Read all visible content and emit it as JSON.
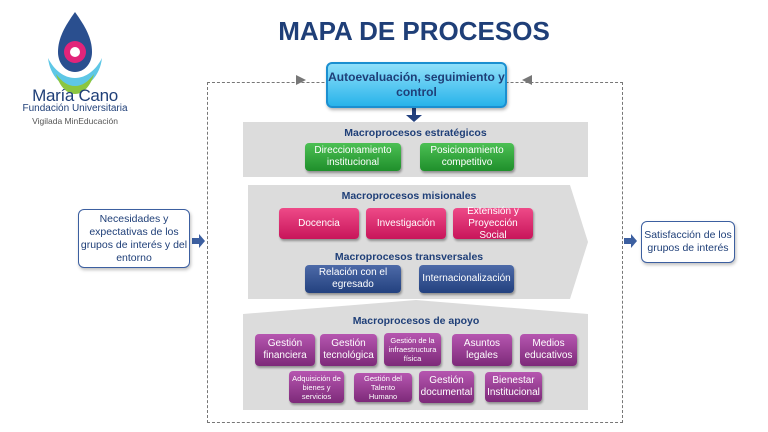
{
  "title": "MAPA DE PROCESOS",
  "logo": {
    "name": "María Cano",
    "subtitle": "Fundación Universitaria",
    "tagline": "Vigilada MinEducación"
  },
  "top_box": "Autoevaluación, seguimiento y control",
  "input_box": "Necesidades y expectativas de los grupos de interés y del entorno",
  "output_box": "Satisfacción de los grupos de interés",
  "estrategicos": {
    "title": "Macroprocesos estratégicos",
    "items": [
      "Direccionamiento institucional",
      "Posicionamiento competitivo"
    ]
  },
  "misionales": {
    "title": "Macroprocesos misionales",
    "items": [
      "Docencia",
      "Investigación",
      "Extensión y Proyección Social"
    ]
  },
  "transversales": {
    "title": "Macroprocesos transversales",
    "items": [
      "Relación con el egresado",
      "Internacionalización"
    ]
  },
  "apoyo": {
    "title": "Macroprocesos de apoyo",
    "items": [
      "Gestión financiera",
      "Gestión tecnológica",
      "Gestión de la infraestructura física",
      "Asuntos legales",
      "Medios educativos",
      "Adquisición de bienes y servicios",
      "Gestión del Talento Humano",
      "Gestión documental",
      "Bienestar Institucional"
    ]
  },
  "colors": {
    "estrategicos": "#2ea83a",
    "misionales": "#e22a6e",
    "transversales": "#35548f",
    "apoyo": "#9c3e97",
    "title": "#1f3f78",
    "top": "#3cc0f0"
  }
}
